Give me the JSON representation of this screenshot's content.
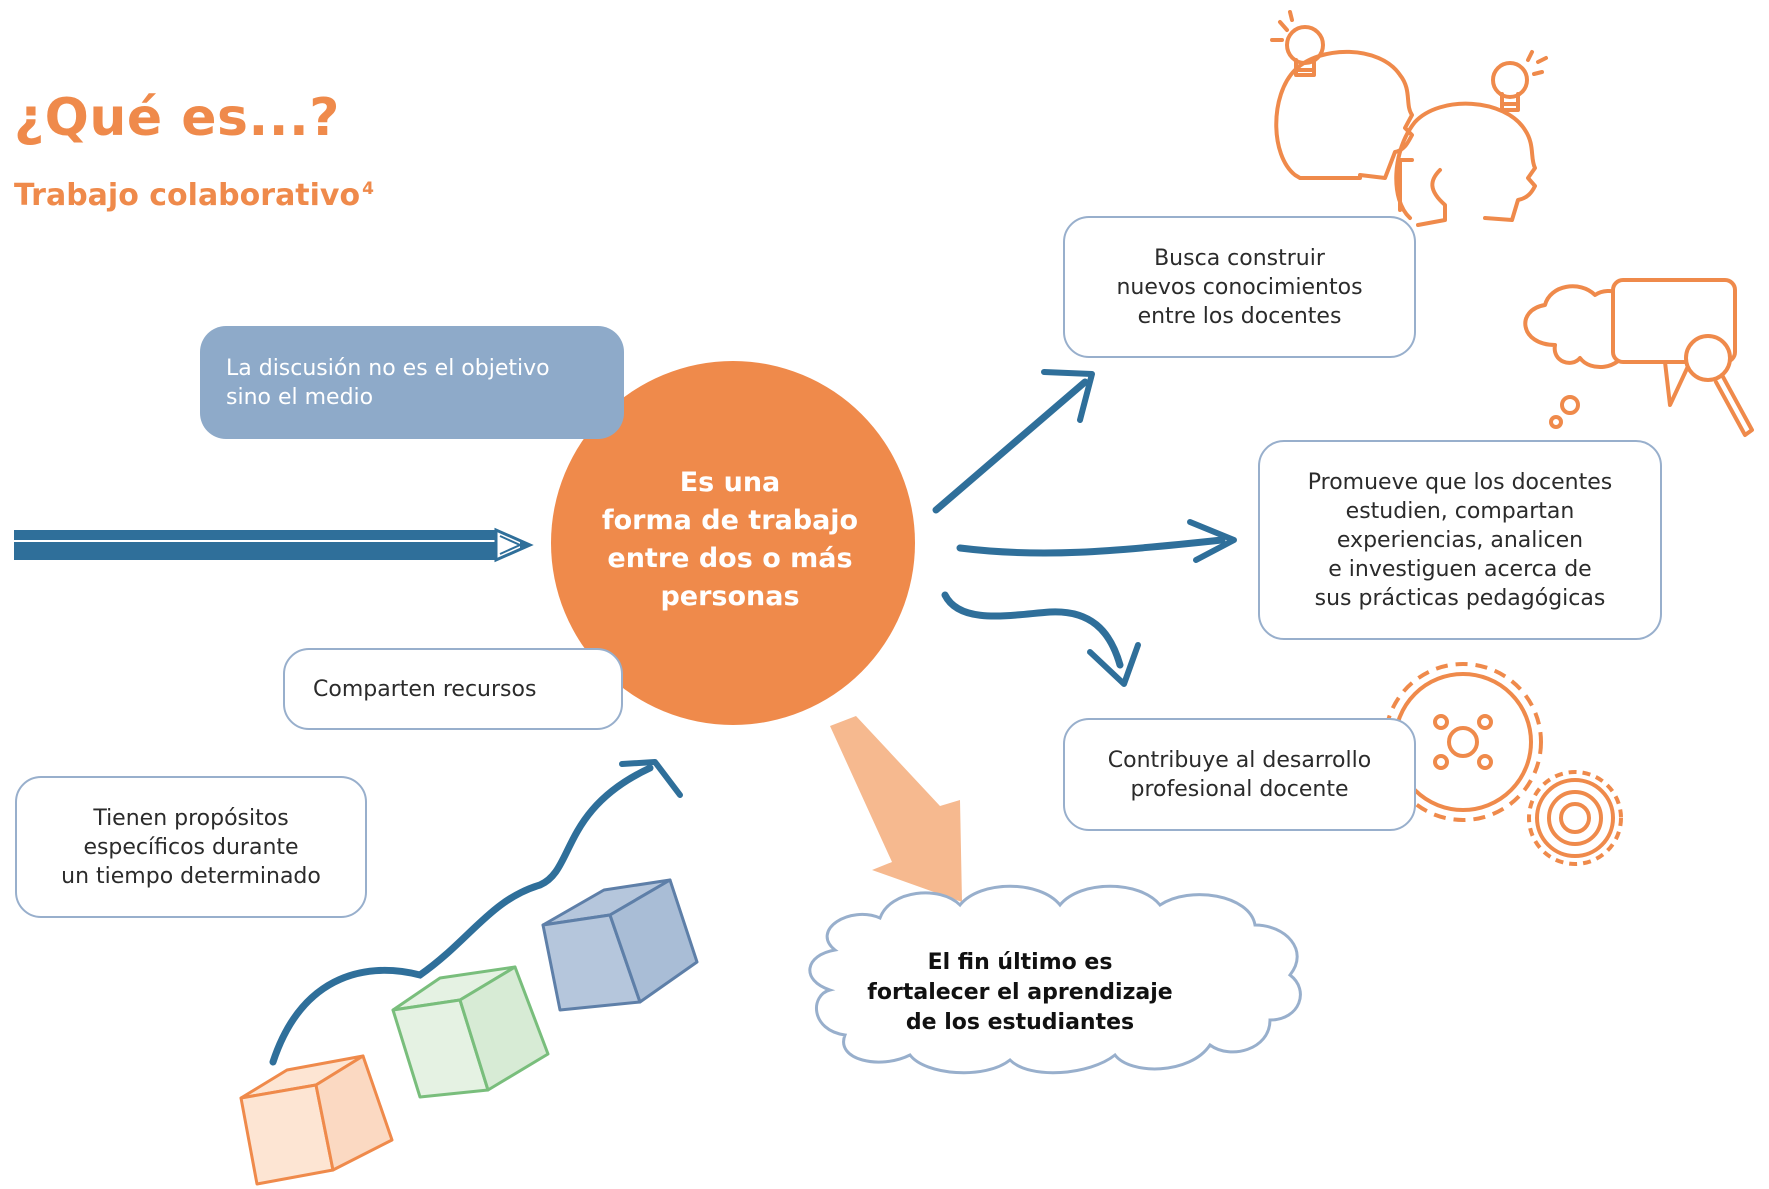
{
  "header": {
    "title": "¿Qué es...?",
    "subtitle": "Trabajo colaborativo",
    "footnote": "4"
  },
  "center": {
    "text": "Es una\nforma de trabajo\nentre dos o más\npersonas"
  },
  "left_boxes": {
    "discussion": "La discusión no es el objetivo\nsino el medio",
    "resources": "Comparten recursos",
    "purposes": "Tienen propósitos\nespecíficos durante\nun tiempo determinado"
  },
  "right_boxes": {
    "knowledge": "Busca construir\nnuevos conocimientos\nentre los docentes",
    "promote": "Promueve que los docentes\nestudien, compartan\nexperiencias, analicen\ne investiguen acerca de\nsus prácticas pedagógicas",
    "development": "Contribuye al desarrollo\nprofesional docente"
  },
  "cloud": {
    "text": "El fin último es\nfortalecer el aprendizaje\nde los estudiantes"
  },
  "colors": {
    "orange": "#ef8a4b",
    "blue_dark": "#2f6f9a",
    "blue_box": "#8eaac9",
    "box_border": "#98afcc",
    "peach_arrow": "#f6b98f",
    "cube_orange": "#fde5d3",
    "cube_green": "#e5f2e3",
    "cube_blue": "#b5c6dc"
  },
  "icons": [
    "heads-lightbulb-icon",
    "chat-search-icon",
    "gears-icon",
    "pencil-icon",
    "blocks-icon"
  ]
}
